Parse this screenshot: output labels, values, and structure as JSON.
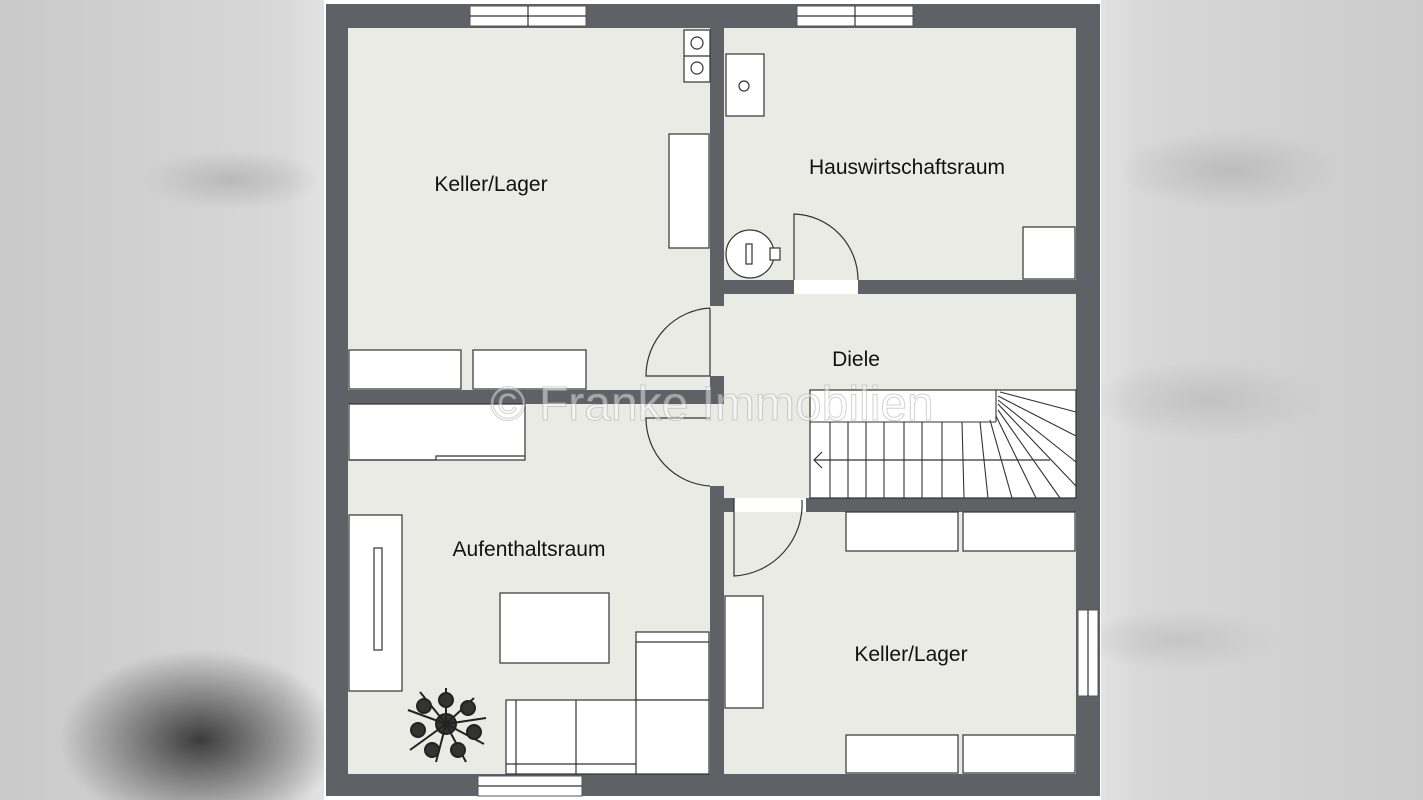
{
  "rooms": {
    "keller_lager_top": "Keller/Lager",
    "hauswirtschaftsraum": "Hauswirtschaftsraum",
    "diele": "Diele",
    "aufenthaltsraum": "Aufenthaltsraum",
    "keller_lager_bottom": "Keller/Lager"
  },
  "watermark": "© Franke Immobilien",
  "colors": {
    "wall": "#5f6166",
    "floor": "#ebebe6",
    "furniture": "#ffffff",
    "outline": "#333333"
  }
}
